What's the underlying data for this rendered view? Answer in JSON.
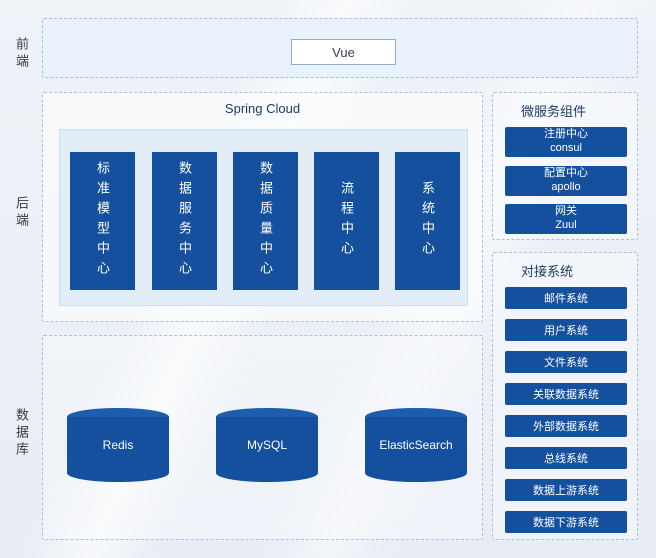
{
  "layers": {
    "frontend": "前端",
    "backend": "后端",
    "database": "数据库"
  },
  "frontend": {
    "node": "Vue"
  },
  "backend": {
    "title": "Spring Cloud",
    "centers": [
      "标准模型中心",
      "数据服务中心",
      "数据质量中心",
      "流程中心",
      "系统中心"
    ]
  },
  "microservices": {
    "title": "微服务组件",
    "items": [
      {
        "name": "注册中心",
        "tech": "consul"
      },
      {
        "name": "配置中心",
        "tech": "apollo"
      },
      {
        "name": "网关",
        "tech": "Zuul"
      }
    ]
  },
  "systems": {
    "title": "对接系统",
    "items": [
      "邮件系统",
      "用户系统",
      "文件系统",
      "关联数据系统",
      "外部数据系统",
      "总线系统",
      "数据上游系统",
      "数据下游系统"
    ]
  },
  "databases": {
    "items": [
      "Redis",
      "MySQL",
      "ElasticSearch"
    ]
  },
  "colors": {
    "primary": "#14509e",
    "panel_fill": "#e9f1fa",
    "dashed_border": "#a6c1e0"
  }
}
